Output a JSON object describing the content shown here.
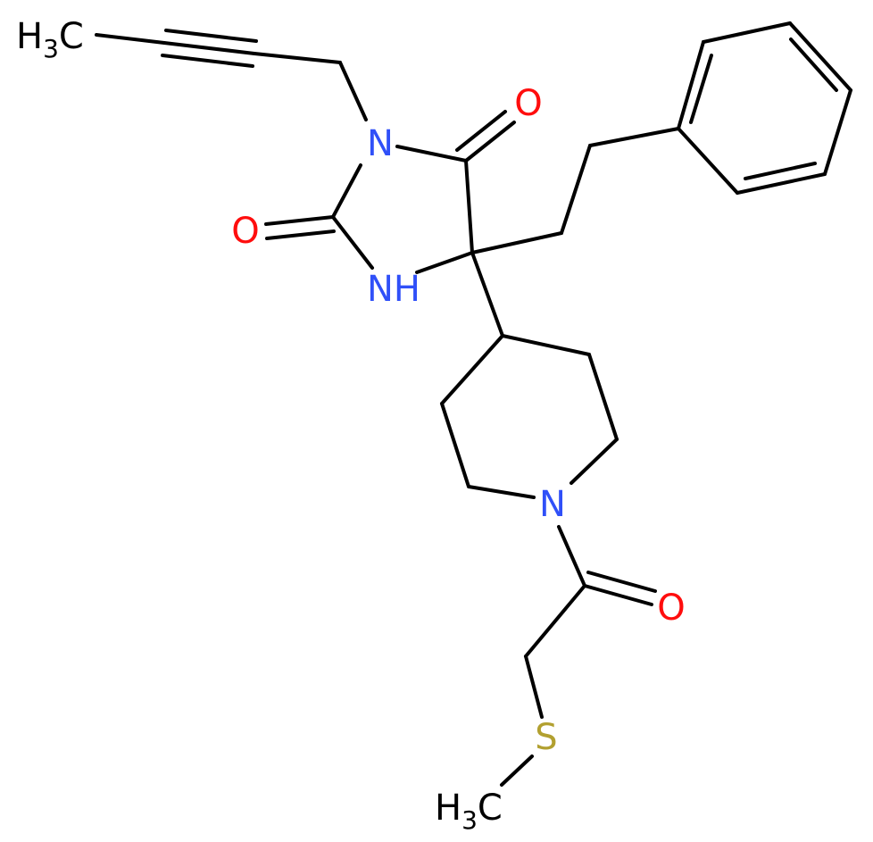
{
  "colors": {
    "bond": "#000000",
    "carbon": "#000000",
    "nitrogen": "#3050f8",
    "oxygen": "#ff0d0d",
    "sulfur": "#b2a030"
  },
  "atoms": {
    "ch3_top": {
      "main": "H",
      "sub": "3",
      "tail": "C"
    },
    "n_imide": "N",
    "o_top": "O",
    "o_left": "O",
    "nh": "NH",
    "n_pip": "N",
    "o_amide": "O",
    "s": "S",
    "ch3_bottom": {
      "main": "H",
      "sub": "3",
      "tail": "C"
    }
  }
}
